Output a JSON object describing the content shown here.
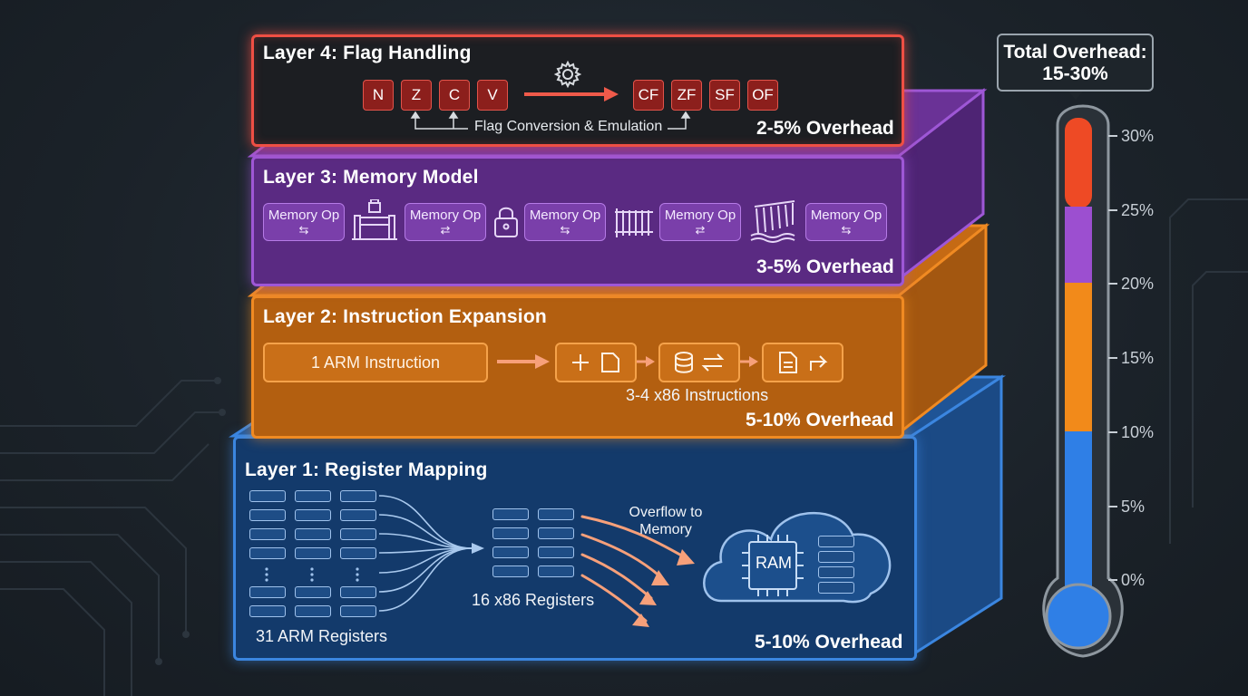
{
  "layer4": {
    "title": "Layer 4: Flag Handling",
    "arm_flags": [
      "N",
      "Z",
      "C",
      "V"
    ],
    "x86_flags": [
      "CF",
      "ZF",
      "SF",
      "OF"
    ],
    "caption": "Flag Conversion & Emulation",
    "overhead": "2-5% Overhead",
    "icon": "gear-icon"
  },
  "layer3": {
    "title": "Layer 3: Memory Model",
    "ops": [
      "Memory Op",
      "Memory Op",
      "Memory Op",
      "Memory Op",
      "Memory Op"
    ],
    "op_arrows": [
      "⇆",
      "⇄",
      "⇆",
      "⇄",
      "⇆"
    ],
    "icons": [
      "barrier-icon",
      "lock-icon",
      "fence-icon",
      "dam-icon"
    ],
    "overhead": "3-5% Overhead"
  },
  "layer2": {
    "title": "Layer 2: Instruction Expansion",
    "source": "1 ARM Instruction",
    "result_caption": "3-4 x86 Instructions",
    "overhead": "5-10% Overhead"
  },
  "layer1": {
    "title": "Layer 1: Register Mapping",
    "arm_caption": "31 ARM Registers",
    "x86_caption": "16 x86 Registers",
    "overflow_caption_line1": "Overflow to",
    "overflow_caption_line2": "Memory",
    "ram_label": "RAM",
    "overhead": "5-10% Overhead"
  },
  "thermometer": {
    "title_line1": "Total Overhead:",
    "title_line2": "15-30%",
    "ticks": [
      "30%",
      "25%",
      "20%",
      "15%",
      "10%",
      "5%",
      "0%"
    ],
    "colors": {
      "layer1": "#2f7fe6",
      "layer2": "#f28a1a",
      "layer3": "#9c4fd0",
      "layer4": "#ef4a2c"
    }
  }
}
